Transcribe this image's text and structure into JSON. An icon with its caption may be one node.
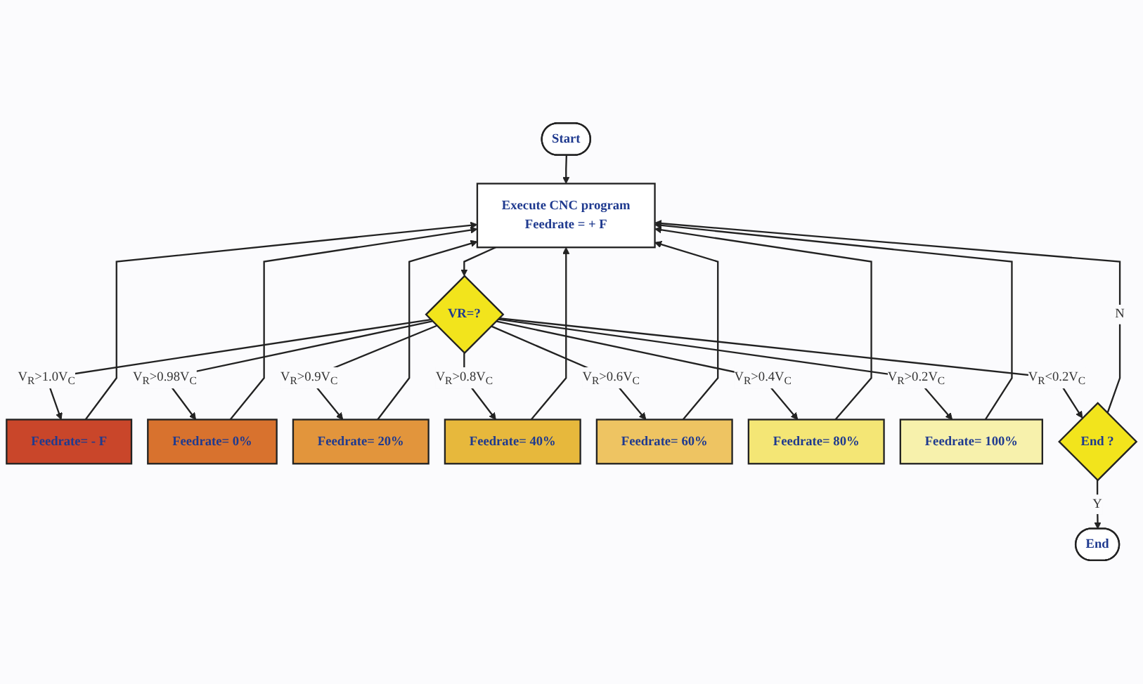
{
  "diagram": {
    "nodes": [
      {
        "text": [
          "Start"
        ]
      },
      {
        "text": [
          "Execute CNC program",
          "Feedrate = + F"
        ]
      },
      {
        "text": [
          "VR=?"
        ]
      },
      {
        "text": [
          "Feedrate= - F"
        ]
      },
      {
        "text": [
          "Feedrate= 0%"
        ]
      },
      {
        "text": [
          "Feedrate= 20%"
        ]
      },
      {
        "text": [
          "Feedrate= 40%"
        ]
      },
      {
        "text": [
          "Feedrate= 60%"
        ]
      },
      {
        "text": [
          "Feedrate= 80%"
        ]
      },
      {
        "text": [
          "Feedrate= 100%"
        ]
      },
      {
        "text": [
          "End ?"
        ]
      },
      {
        "text": [
          "End"
        ]
      }
    ],
    "edges": [
      {
        "from": 0,
        "to": 1,
        "arrow": "to"
      },
      {
        "from": 1,
        "to": 2,
        "arrow": "to"
      },
      {
        "from": 2,
        "to": 3,
        "arrow": "to",
        "label": "V$_{R}$>1.0V$_{C}$"
      },
      {
        "from": 3,
        "to": 1,
        "arrow": "to"
      },
      {
        "from": 2,
        "to": 4,
        "arrow": "to",
        "label": "V$_{R}$>0.98V$_{C}$"
      },
      {
        "from": 2,
        "to": 5,
        "arrow": "to",
        "label": "V$_{R}$>0.9V$_{C}$"
      },
      {
        "from": 2,
        "to": 6,
        "arrow": "to",
        "label": "V$_{R}$>0.8V$_{C}$"
      },
      {
        "from": 2,
        "to": 7,
        "arrow": "to",
        "label": "V$_{R}$>0.6V$_{C}$"
      },
      {
        "from": 2,
        "to": 8,
        "arrow": "to",
        "label": "V$_{R}$>0.4V$_{C}$"
      },
      {
        "from": 2,
        "to": 9,
        "arrow": "to",
        "label": "V$_{R}$>0.2V$_{C}$"
      },
      {
        "from": 4,
        "to": 1,
        "arrow": "to"
      },
      {
        "from": 5,
        "to": 1,
        "arrow": "to"
      },
      {
        "from": 6,
        "to": 1,
        "arrow": "to"
      },
      {
        "from": 7,
        "to": 1,
        "arrow": "to"
      },
      {
        "from": 8,
        "to": 1,
        "arrow": "to"
      },
      {
        "from": 9,
        "to": 1,
        "arrow": "to"
      },
      {
        "from": 2,
        "to": 10,
        "arrow": "to",
        "label": "V$_{R}$<0.2V$_{C}$"
      },
      {
        "from": 10,
        "to": 11,
        "arrow": "to",
        "label": "Y"
      },
      {
        "from": 10,
        "to": 1,
        "arrow": "to",
        "label": "N"
      }
    ]
  }
}
